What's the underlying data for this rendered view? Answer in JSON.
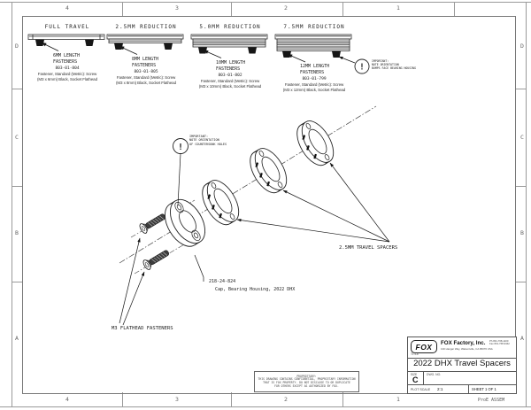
{
  "sheet": {
    "zone_cols": [
      "4",
      "3",
      "2",
      "1"
    ],
    "zone_rows": [
      "D",
      "C",
      "B",
      "A"
    ],
    "proe_note": "ProE ASSEM"
  },
  "panels": [
    {
      "title": "FULL TRAVEL",
      "callout": "6MM LENGTH\nFASTENERS",
      "part": "803-01-804",
      "desc": "Fastener, Standard (Metric): Screw\n(M3 x 6mm) Black, Socket Flathead"
    },
    {
      "title": "2.5MM REDUCTION",
      "callout": "8MM LENGTH\nFASTENERS",
      "part": "803-01-805",
      "desc": "Fastener, Standard (Metric): Screw\n(M3 x 8mm) Black, Socket Flathead"
    },
    {
      "title": "5.0MM REDUCTION",
      "callout": "10MM LENGTH\nFASTENERS",
      "part": "803-01-802",
      "desc": "Fastener, Standard (Metric): Screw\n(M3 x 10mm) Black, Socket Flathead"
    },
    {
      "title": "7.5MM REDUCTION",
      "callout": "12MM LENGTH\nFASTENERS",
      "part": "803-01-799",
      "desc": "Fastener, Standard (Metric): Screw\n(M3 x 12mm) Black, Socket Flathead"
    }
  ],
  "notes": {
    "balloon_glyph": "!",
    "bumps": "IMPORTANT:\nNOTE ORIENTATION\nBUMPS FACE BEARING HOUSING",
    "countersunk": "IMPORTANT:\nNOTE ORIENTATION\nOF COUNTERSUNK HOLES"
  },
  "assembly": {
    "spacers_label": "2.5MM TRAVEL SPACERS",
    "cap_part": "218-24-824",
    "cap_desc": "Cap, Bearing Housing, 2022 DHX",
    "fasteners_label": "M3 FLATHEAD FASTENERS"
  },
  "title_block": {
    "logo": "FOX",
    "company": "FOX Factory, Inc.",
    "address": "130 Hangar Way, Watsonville, CA 95076 USA",
    "phone": "Ph 831-768-1100\nFax 831-768-9342",
    "title_label": "TITLE",
    "title": "2022 DHX Travel Spacers",
    "size_label": "SIZE",
    "size": "C",
    "dwg_label": "DWG. NO.",
    "scale_label": "PLOT SCALE",
    "scale": "2:1",
    "sheet_label": "SHEET 1 OF 1"
  },
  "proprietary": "PROPRIETARY:\nTHIS DRAWING CONTAINS CONFIDENTIAL, PROPRIETARY INFORMATION\nTHAT IS FOX PROPERTY. DO NOT DISCLOSE TO OR DUPLICATE\nFOR OTHERS EXCEPT AS AUTHORIZED BY FOX."
}
